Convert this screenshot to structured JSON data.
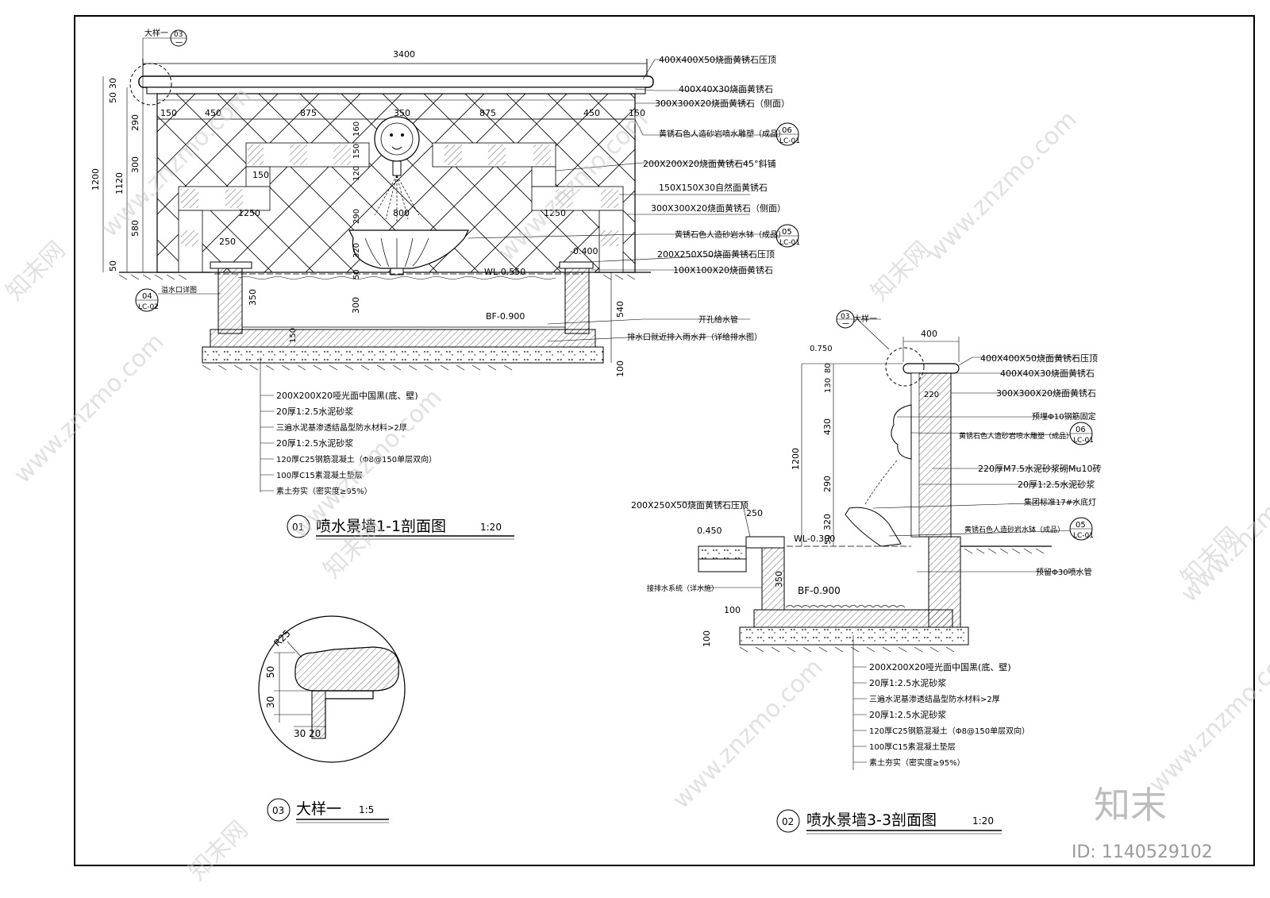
{
  "sheet": {
    "watermark_url": "www.znzmo.com",
    "watermark_brand": "知末网",
    "brand": "知末",
    "id_label": "ID: 1140529102"
  },
  "section1": {
    "number": "01",
    "title": "喷水景墙1-1剖面图",
    "scale": "1:20",
    "dims_top": [
      "3400"
    ],
    "dims_row": [
      "150",
      "450",
      "875",
      "350",
      "875",
      "450",
      "150"
    ],
    "dims_left": [
      "30",
      "50",
      "290",
      "300",
      "580",
      "50",
      "1120",
      "1200"
    ],
    "dims_inner": [
      "160",
      "150",
      "120",
      "290",
      "150",
      "1250",
      "800",
      "1250",
      "250",
      "320",
      "50",
      "300",
      "350",
      "150",
      "540",
      "100"
    ],
    "levels": [
      "-0.400",
      "WL-0.550",
      "BF-0.900"
    ],
    "detail_ref_top": {
      "label": "大样一",
      "num": "03",
      "sheet": "一"
    },
    "detail_ref_overflow": {
      "label": "溢水口详图",
      "num": "04",
      "sheet": "LC-02"
    },
    "right_labels": [
      "400X400X50烧面黄锈石压顶",
      "400X40X30烧面黄锈石",
      "300X300X20烧面黄锈石（侧面）",
      "黄锈石色人造砂岩喷水雕塑（成品）",
      "200X200X20烧面黄锈石45°斜铺",
      "150X150X30自然面黄锈石",
      "300X300X20烧面黄锈石（侧面）",
      "黄锈石色人造砂岩水钵（成品）",
      "200X250X50烧面黄锈石压顶",
      "100X100X20烧面黄锈石",
      "开孔给水管",
      "排水口就近排入雨水井（详给排水图）"
    ],
    "bubble_06": {
      "num": "06",
      "sheet": "LC-01"
    },
    "bubble_05": {
      "num": "05",
      "sheet": "LC-01"
    },
    "bottom_labels": [
      "200X200X20哑光面中国黑(底、壁)",
      "20厚1:2.5水泥砂浆",
      "三遍水泥基渗透结晶型防水材料>2厚",
      "20厚1:2.5水泥砂浆",
      "120厚C25钢筋混凝土（Φ8@150单层双向）",
      "100厚C15素混凝土垫层",
      "素土夯实（密实度≥95%）"
    ]
  },
  "section2": {
    "number": "02",
    "title": "喷水景墙3-3剖面图",
    "scale": "1:20",
    "dims": [
      "400",
      "130",
      "80",
      "220",
      "430",
      "1200",
      "290",
      "320",
      "50",
      "250",
      "350",
      "100",
      "100"
    ],
    "levels": [
      "0.750",
      "0.450",
      "WL-0.300",
      "BF-0.900"
    ],
    "detail_ref_top": {
      "label": "大样一",
      "num": "03",
      "sheet": "一"
    },
    "left_labels": [
      "200X250X50烧面黄锈石压顶",
      "接排水系统（详水施）"
    ],
    "right_labels": [
      "400X400X50烧面黄锈石压顶",
      "400X40X30烧面黄锈石",
      "300X300X20烧面黄锈石",
      "预埋Φ10钢筋固定",
      "黄锈石色人造砂岩喷水雕塑（成品）",
      "220厚M7.5水泥砂浆砌Mu10砖",
      "20厚1:2.5水泥砂浆",
      "集团标准17#水底灯",
      "黄锈石色人造砂岩水钵（成品）",
      "预留Φ30喷水管"
    ],
    "bubble_06": {
      "num": "06",
      "sheet": "LC-01"
    },
    "bubble_05": {
      "num": "05",
      "sheet": "LC-01"
    },
    "bottom_labels": [
      "200X200X20哑光面中国黑(底、壁)",
      "20厚1:2.5水泥砂浆",
      "三遍水泥基渗透结晶型防水材料>2厚",
      "20厚1:2.5水泥砂浆",
      "120厚C25钢筋混凝土（Φ8@150单层双向）",
      "100厚C15素混凝土垫层",
      "素土夯实（密实度≥95%）"
    ]
  },
  "section3": {
    "number": "03",
    "title": "大样一",
    "scale": "1:5",
    "dims": [
      "R25",
      "50",
      "30",
      "30",
      "20"
    ]
  }
}
